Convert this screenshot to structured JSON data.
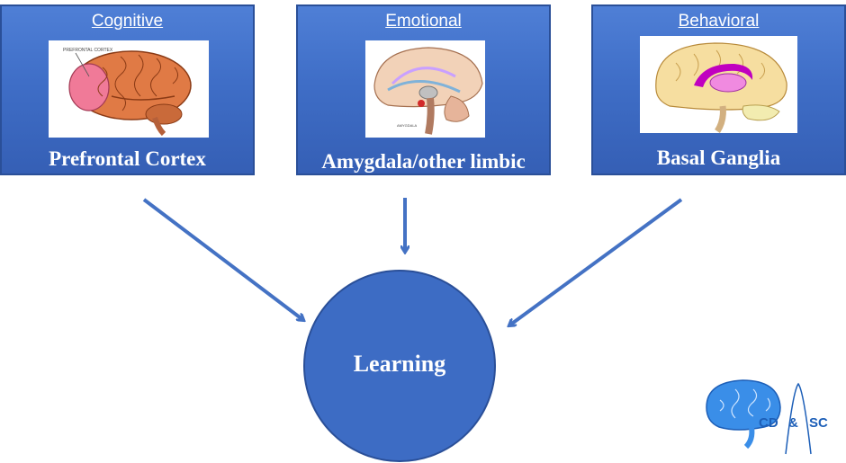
{
  "boxes": [
    {
      "title": "Cognitive",
      "label": "Prefrontal Cortex",
      "image_caption": "PREFRONTAL CORTEX"
    },
    {
      "title": "Emotional",
      "label": "Amygdala/other limbic",
      "image_caption": "AMYGDALA"
    },
    {
      "title": "Behavioral",
      "label": "Basal Ganglia"
    }
  ],
  "center": {
    "label": "Learning"
  },
  "logo": {
    "text_left": "CD",
    "text_amp": "&",
    "text_right": "SC"
  },
  "colors": {
    "box_fill": "#4473cc",
    "box_border": "#2a4f98",
    "arrow": "#4472c4",
    "circle_fill": "#3d6cc4"
  }
}
